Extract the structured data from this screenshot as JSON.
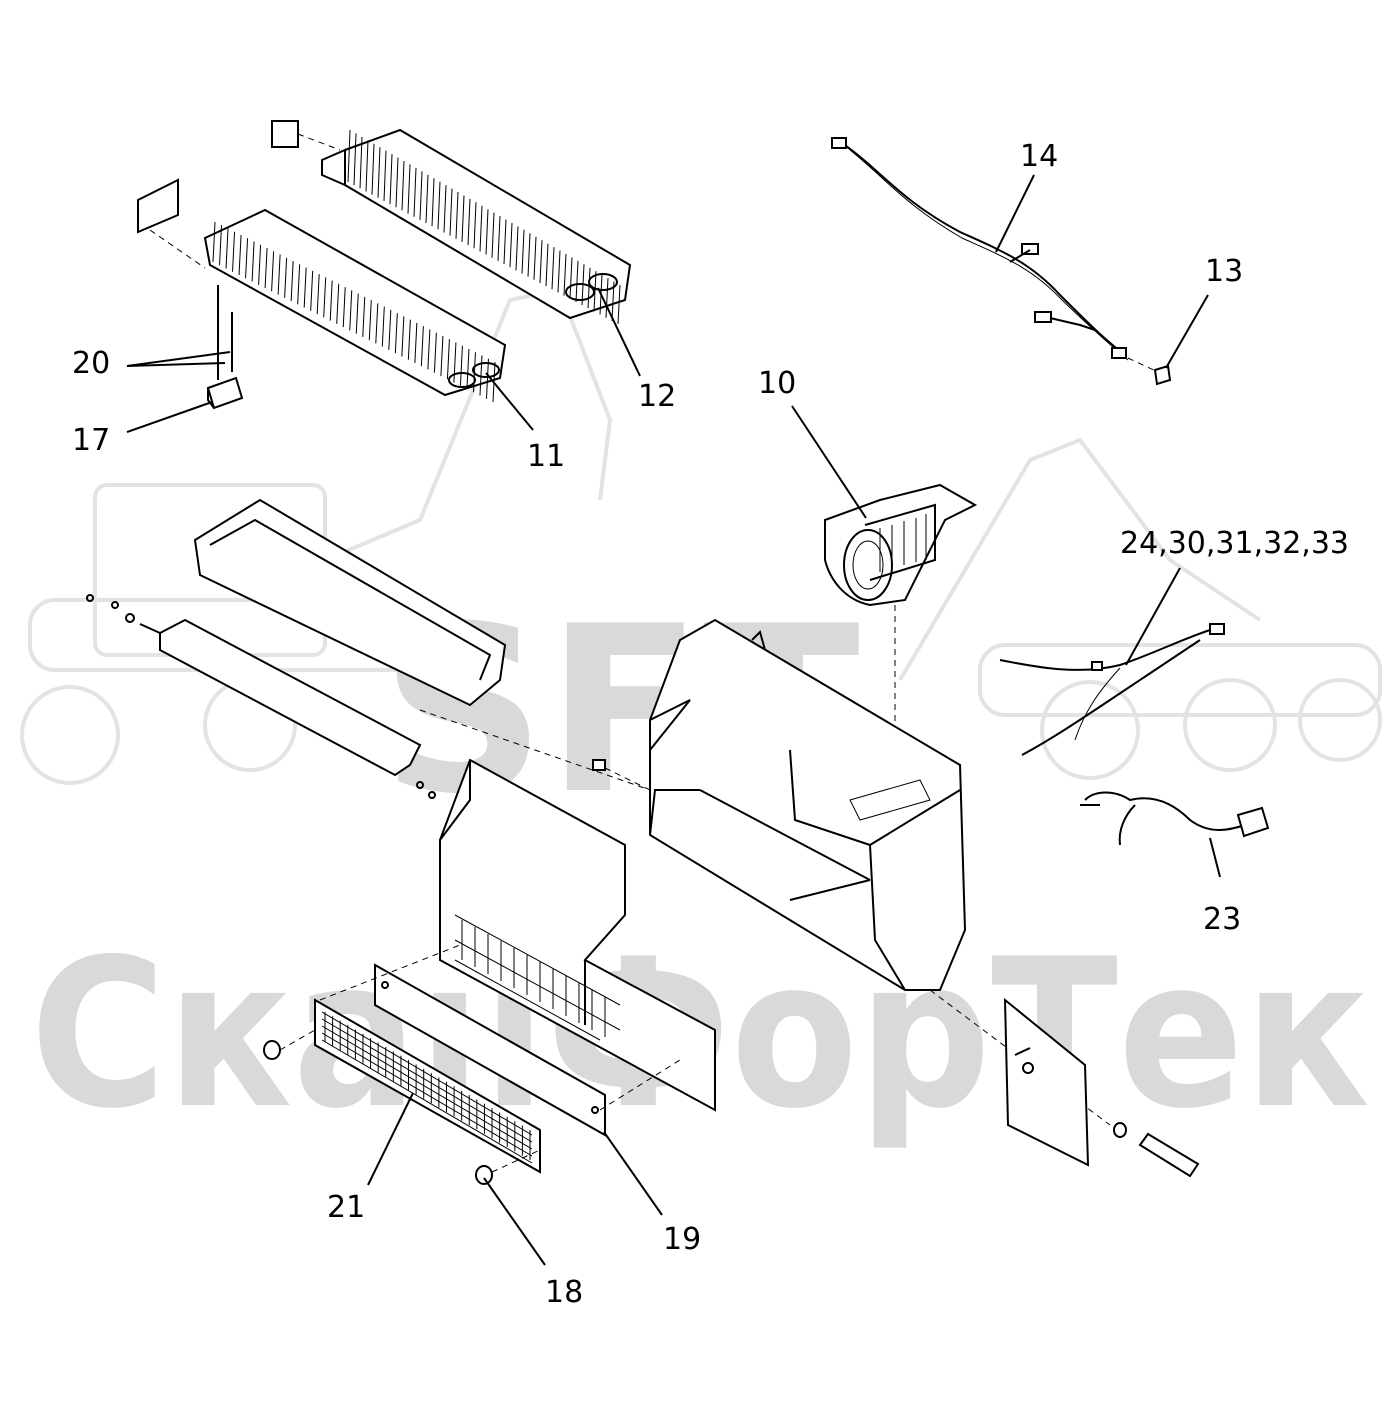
{
  "watermark": {
    "logo_text": "SFT",
    "company_text": "СканФорТек",
    "color": "#d9d9d9"
  },
  "labels": {
    "l10": "10",
    "l11": "11",
    "l12": "12",
    "l13": "13",
    "l14": "14",
    "l17": "17",
    "l18": "18",
    "l19": "19",
    "l20": "20",
    "l21": "21",
    "l23": "23",
    "l24": "24,30,31,32,33"
  },
  "parts": {
    "heater_coil_front": "heater-coil",
    "heater_coil_rear": "heater-coil",
    "blower_fan": "blower-fan",
    "wiring_harness_top": "wiring-harness",
    "wiring_harness_right": "wiring-harness",
    "wiring_harness_small": "wiring-harness",
    "fuse_holder": "fuse",
    "micro_switch": "switch",
    "housing": "heater-housing",
    "grille": "air-grille",
    "cover_plate": "cover-plate",
    "knob": "knob",
    "side_panel": "side-panel",
    "rod": "rod"
  }
}
